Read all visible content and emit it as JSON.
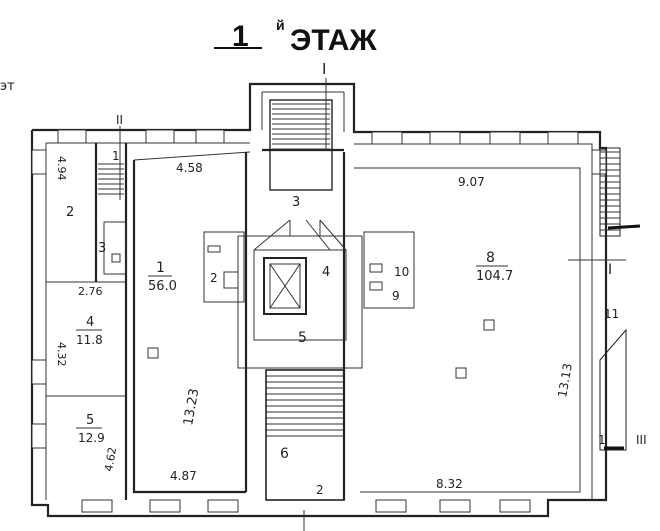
{
  "title": {
    "floor_number": "1",
    "superscript": "й",
    "word": "ЭТАЖ"
  },
  "corner_text": "эт",
  "section_marks": {
    "top": "I",
    "upper_left": "II",
    "right": "I",
    "lower_right": "III"
  },
  "rooms": [
    {
      "id": "r1",
      "number": "1",
      "area": "56.0"
    },
    {
      "id": "r2",
      "number": "2",
      "area": ""
    },
    {
      "id": "r3",
      "number": "3",
      "area": ""
    },
    {
      "id": "r3b",
      "number": "3",
      "area": ""
    },
    {
      "id": "r4",
      "number": "4",
      "area": "11.8"
    },
    {
      "id": "r4b",
      "number": "4",
      "area": ""
    },
    {
      "id": "r5",
      "number": "5",
      "area": "12.9"
    },
    {
      "id": "r5b",
      "number": "5",
      "area": ""
    },
    {
      "id": "r6",
      "number": "6",
      "area": ""
    },
    {
      "id": "r8",
      "number": "8",
      "area": "104.7"
    },
    {
      "id": "r9",
      "number": "9",
      "area": ""
    },
    {
      "id": "r10",
      "number": "10",
      "area": ""
    },
    {
      "id": "r11",
      "number": "11",
      "area": ""
    },
    {
      "id": "r2b",
      "number": "2",
      "area": ""
    },
    {
      "id": "r1b",
      "number": "1",
      "area": ""
    },
    {
      "id": "r1c",
      "number": "1",
      "area": ""
    },
    {
      "id": "r2c",
      "number": "2",
      "area": ""
    }
  ],
  "dimensions": {
    "d494": "4.94",
    "d458": "4.58",
    "d907": "9.07",
    "d276": "2.76",
    "d432": "4.32",
    "d1323": "13.23",
    "d1313": "13.13",
    "d462": "4.62",
    "d487": "4.87",
    "d832": "8.32"
  }
}
